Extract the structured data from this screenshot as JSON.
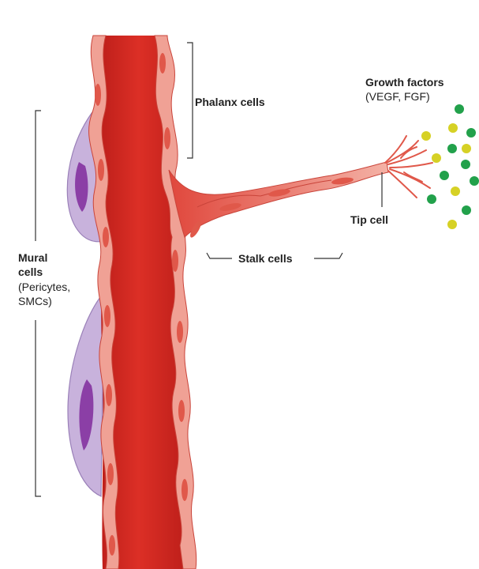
{
  "labels": {
    "phalanx": "Phalanx cells",
    "growth_title": "Growth factors",
    "growth_sub": "(VEGF, FGF)",
    "tip": "Tip cell",
    "stalk": "Stalk cells",
    "mural_line1": "Mural",
    "mural_line2": "cells",
    "mural_line3": "(Pericytes,",
    "mural_line4": "SMCs)"
  },
  "colors": {
    "vessel_lumen": "#d42a22",
    "endothelial": "#f0a195",
    "endothelial_edge": "#c9443a",
    "nucleus": "#e0584a",
    "pericyte": "#c8b2dc",
    "pericyte_edge": "#9a80b8",
    "pericyte_nucleus": "#8b3fa6",
    "vegf": "#22a14b",
    "fgf": "#d6d125"
  },
  "icons": {
    "green_dot": "vegf-molecule-icon",
    "yellow_dot": "fgf-molecule-icon"
  }
}
